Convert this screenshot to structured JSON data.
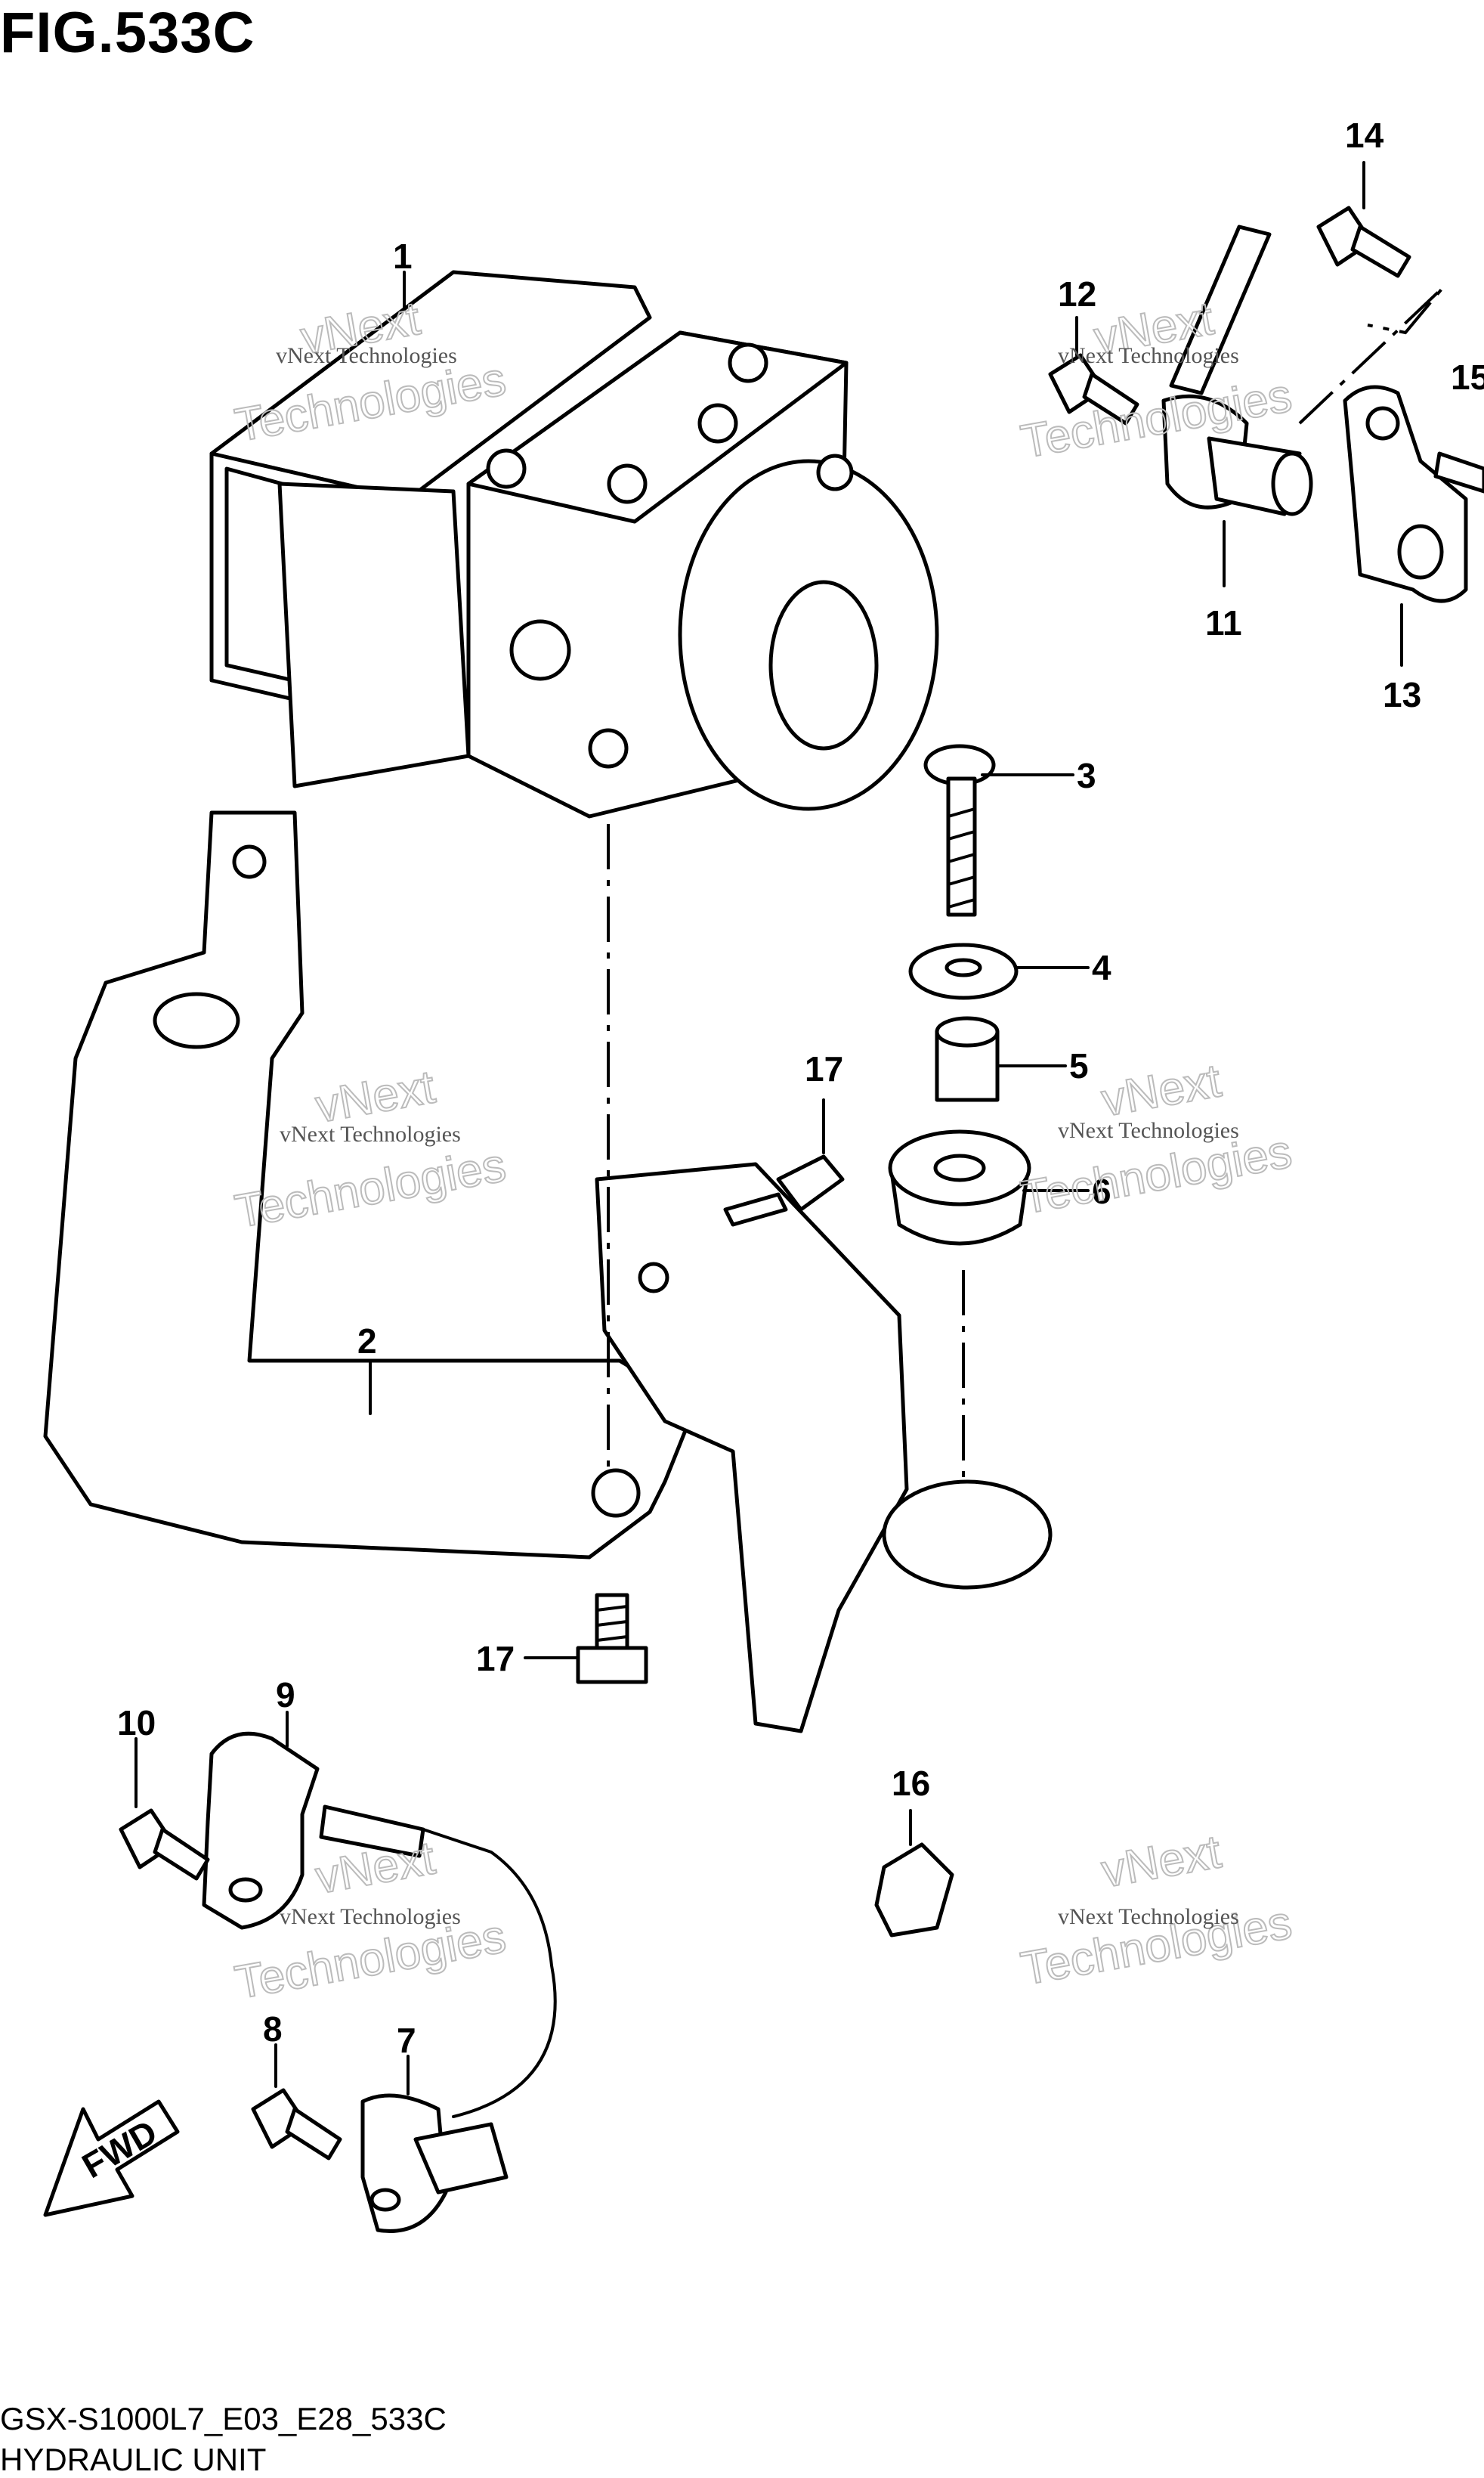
{
  "header": {
    "title": "FIG.533C"
  },
  "footer": {
    "code": "GSX-S1000L7_E03_E28_533C",
    "name": "HYDRAULIC UNIT"
  },
  "watermark": {
    "line1": "vNext Technologies",
    "line2": "Technologies",
    "line3": "vNext"
  },
  "fwd_label": "FWD",
  "callouts": {
    "c1": "1",
    "c2": "2",
    "c3": "3",
    "c4": "4",
    "c5": "5",
    "c6": "6",
    "c7": "7",
    "c8": "8",
    "c9": "9",
    "c10": "10",
    "c11": "11",
    "c12": "12",
    "c13": "13",
    "c14": "14",
    "c15": "15",
    "c16": "16",
    "c17a": "17",
    "c17b": "17"
  }
}
